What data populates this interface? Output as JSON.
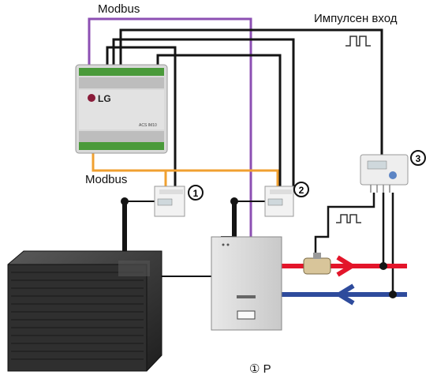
{
  "labels": {
    "modbus_top": "Modbus",
    "modbus_bottom": "Modbus",
    "pulse_input": "Импулсен вход",
    "footnote": "① Р"
  },
  "device": {
    "logo": "LG",
    "model": "ACS IM10"
  },
  "markers": {
    "meter_1": "1",
    "meter_2": "2",
    "heat_meter": "3"
  },
  "colors": {
    "modbus_purple": "#8c4fb3",
    "modbus_orange": "#f0a030",
    "wire": "#141414",
    "hot_pipe": "#e3152a",
    "cold_pipe": "#2e4b9c"
  }
}
